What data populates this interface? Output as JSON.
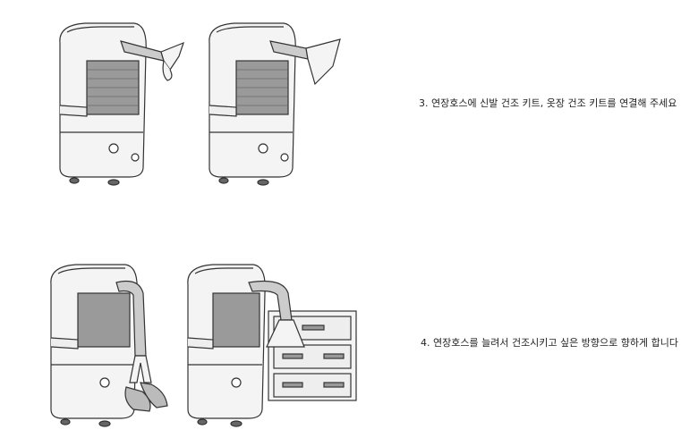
{
  "steps": [
    {
      "text": "3. 연장호스에 신발 건조 키트, 옷장 건조 키트를 연결해 주세요"
    },
    {
      "text": "4. 연장호스를 늘려서 건조시키고 싶은 방향으로 향하게 합니다"
    }
  ],
  "illustrations": [
    {
      "id": "shoe-kit-attached"
    },
    {
      "id": "clothes-kit-attached"
    },
    {
      "id": "hose-to-shoes"
    },
    {
      "id": "hose-to-drawers"
    }
  ]
}
